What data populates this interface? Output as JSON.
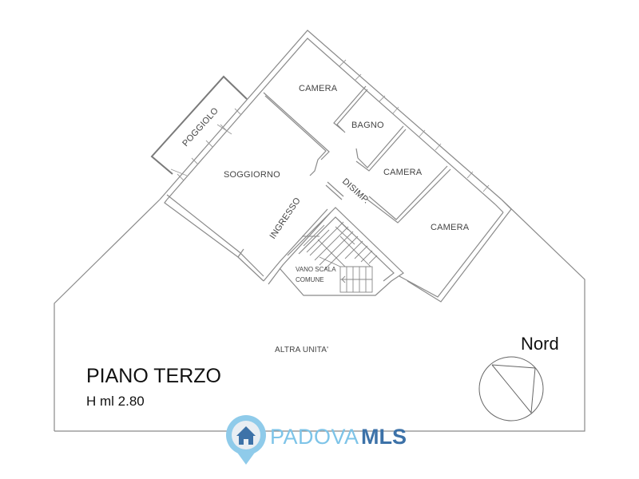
{
  "plan": {
    "title": "PIANO TERZO",
    "height_note": "H ml 2.80",
    "north_label": "Nord",
    "rooms": {
      "camera_top": "CAMERA",
      "bagno": "BAGNO",
      "camera_mid": "CAMERA",
      "camera_right": "CAMERA",
      "soggiorno": "SOGGIORNO",
      "poggiolo": "POGGIOLO",
      "ingresso": "INGRESSO",
      "disimp": "DISIMP.",
      "vano_scala_1": "VANO SCALA",
      "vano_scala_2": "COMUNE",
      "altra_unita": "ALTRA UNITA'"
    }
  },
  "watermark": {
    "brand_light": "PADOVA",
    "brand_bold": "MLS",
    "colors": {
      "light": "#7ec4e8",
      "dark": "#3d72a8"
    }
  }
}
